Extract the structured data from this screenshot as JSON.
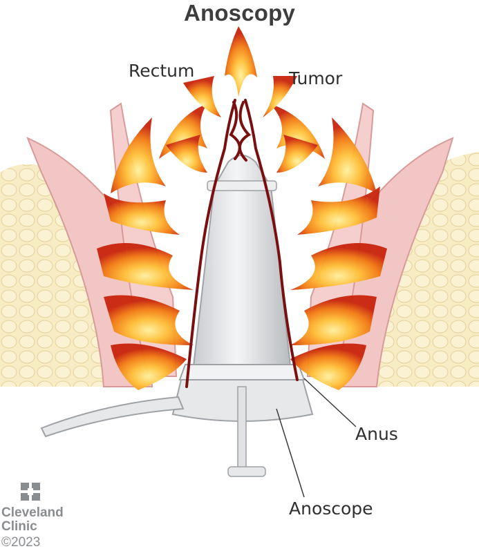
{
  "title": "Anoscopy",
  "labels": {
    "rectum": "Rectum",
    "tumor": "Tumor",
    "anus": "Anus",
    "anoscope": "Anoscope"
  },
  "brand": {
    "name_line1": "Cleveland",
    "name_line2": "Clinic",
    "year": "©2023"
  },
  "colors": {
    "fat": "#f7e8b8",
    "fat_outline": "#e2cf96",
    "tissue_pink": "#f2c6c4",
    "tissue_dark": "#d89a98",
    "flame_red": "#c8240c",
    "flame_orange": "#f48a14",
    "flame_yellow": "#ffd84a",
    "scope_gray": "#e6e8ea",
    "scrawl_red": "#7a0f0f",
    "brand_gray": "#8a8d90"
  }
}
